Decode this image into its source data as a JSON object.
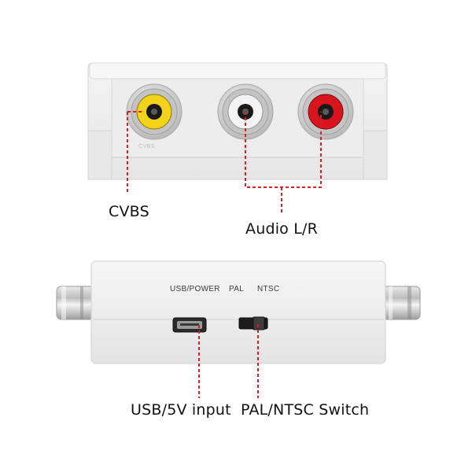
{
  "top_view": {
    "engraving": "CVBS",
    "labels": {
      "cvbs": "CVBS",
      "audio": "Audio L/R"
    },
    "jack_colors": {
      "video": "#f2d21a",
      "audio_left": "#f4f4f4",
      "audio_right": "#d8141c"
    }
  },
  "bottom_view": {
    "engravings": {
      "usb_power": "USB/POWER",
      "pal": "PAL",
      "ntsc": "NTSC"
    },
    "labels": {
      "usb": "USB/5V input",
      "switch": "PAL/NTSC Switch"
    }
  },
  "colors": {
    "leader_line": "#d61f26",
    "housing": "#ececec"
  }
}
